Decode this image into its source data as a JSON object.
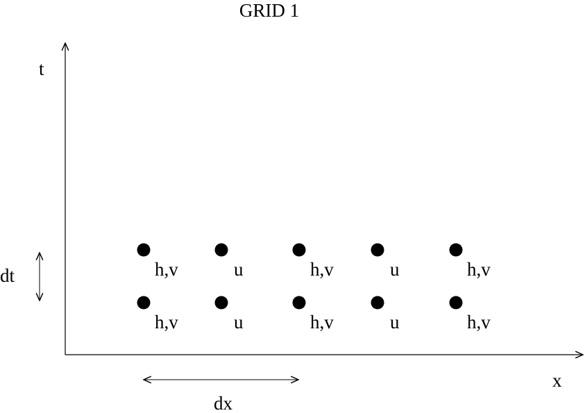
{
  "title": "GRID 1",
  "axes": {
    "x_label": "x",
    "t_label": "t"
  },
  "spacing": {
    "dx_label": "dx",
    "dt_label": "dt"
  },
  "rows": [
    {
      "points": [
        {
          "label": "h,v"
        },
        {
          "label": "u"
        },
        {
          "label": "h,v"
        },
        {
          "label": "u"
        },
        {
          "label": "h,v"
        }
      ]
    },
    {
      "points": [
        {
          "label": "h,v"
        },
        {
          "label": "u"
        },
        {
          "label": "h,v"
        },
        {
          "label": "u"
        },
        {
          "label": "h,v"
        }
      ]
    }
  ],
  "colors": {
    "ink": "#000000",
    "background": "#ffffff"
  }
}
